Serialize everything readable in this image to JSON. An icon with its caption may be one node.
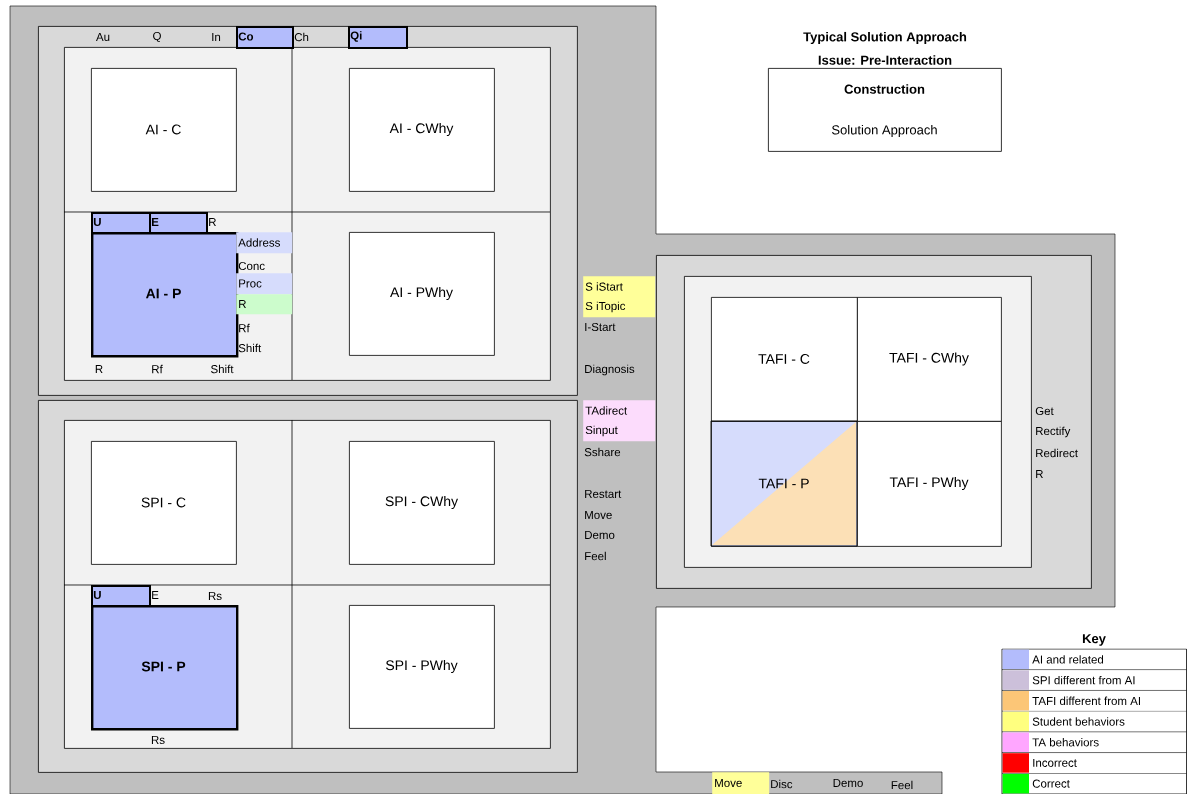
{
  "diagram": {
    "title": "Typical Solution Approach",
    "nodes": [
      {
        "text": [],
        "shape": "box"
      },
      {
        "text": [],
        "shape": "box",
        "in": 0
      },
      {
        "text": [
          "Co"
        ],
        "in": 0
      },
      {
        "text": [
          "Qi"
        ],
        "in": 0
      },
      {
        "text": [
          "AI - C"
        ],
        "in": 1
      },
      {
        "text": [
          "AI - CWhy"
        ],
        "in": 1
      },
      {
        "text": [
          "U"
        ],
        "in": 1
      },
      {
        "text": [
          "E"
        ],
        "in": 1
      },
      {
        "text": [
          "AI - P"
        ],
        "in": 1
      },
      {
        "text": [
          "Address"
        ],
        "in": 1
      },
      {
        "text": [
          "Proc"
        ],
        "in": 1
      },
      {
        "text": [
          "R"
        ],
        "in": 1
      },
      {
        "text": [
          "AI - PWhy"
        ],
        "in": 1
      },
      {
        "text": [
          "S iStart",
          "S iTopic"
        ]
      },
      {
        "text": [
          "TAdirect",
          "Sinput"
        ]
      },
      {
        "text": [],
        "shape": "box"
      },
      {
        "text": [],
        "shape": "box",
        "in": 15
      },
      {
        "text": [
          "SPI - C"
        ],
        "in": 16
      },
      {
        "text": [
          "SPI - CWhy"
        ],
        "in": 16
      },
      {
        "text": [
          "U"
        ],
        "in": 16
      },
      {
        "text": [
          "SPI - P"
        ],
        "in": 16
      },
      {
        "text": [
          "SPI - PWhy"
        ],
        "in": 16
      },
      {
        "text": [
          "Construction",
          "Solution Approach"
        ]
      },
      {
        "text": [],
        "shape": "box"
      },
      {
        "text": [],
        "shape": "box",
        "in": 23
      },
      {
        "text": [
          "TAFI - C"
        ],
        "in": 24
      },
      {
        "text": [
          "TAFI - CWhy"
        ],
        "in": 24
      },
      {
        "text": [
          "TAFI - P"
        ],
        "in": 24
      },
      {
        "text": [
          "TAFI - PWhy"
        ],
        "in": 24
      },
      {
        "text": [
          "Move"
        ]
      }
    ],
    "labels": [
      "Issue: Pre-Interaction",
      "Au",
      "Q",
      "In",
      "Ch",
      "R",
      "Conc",
      "Rf",
      "Shift",
      "R",
      "Rf",
      "Shift",
      "I-Start",
      "Diagnosis",
      "Sshare",
      "Restart",
      "Move",
      "Demo",
      "Feel",
      "Get",
      "Rectify",
      "Redirect",
      "R",
      "E",
      "Rs",
      "Rs",
      "Disc",
      "Demo",
      "Feel",
      "Key"
    ],
    "legend": [
      {
        "text": "AI and related",
        "color": "#b3bcfc"
      },
      {
        "text": "SPI different from AI",
        "color": "#ccc0da"
      },
      {
        "text": "TAFI different from AI",
        "color": "#fcc677"
      },
      {
        "text": "Student behaviors",
        "color": "#ffff7f"
      },
      {
        "text": "TA behaviors",
        "color": "#ffa6ff"
      },
      {
        "text": "Incorrect",
        "color": "#ff0000"
      },
      {
        "text": "Correct",
        "color": "#00ff00"
      }
    ]
  }
}
